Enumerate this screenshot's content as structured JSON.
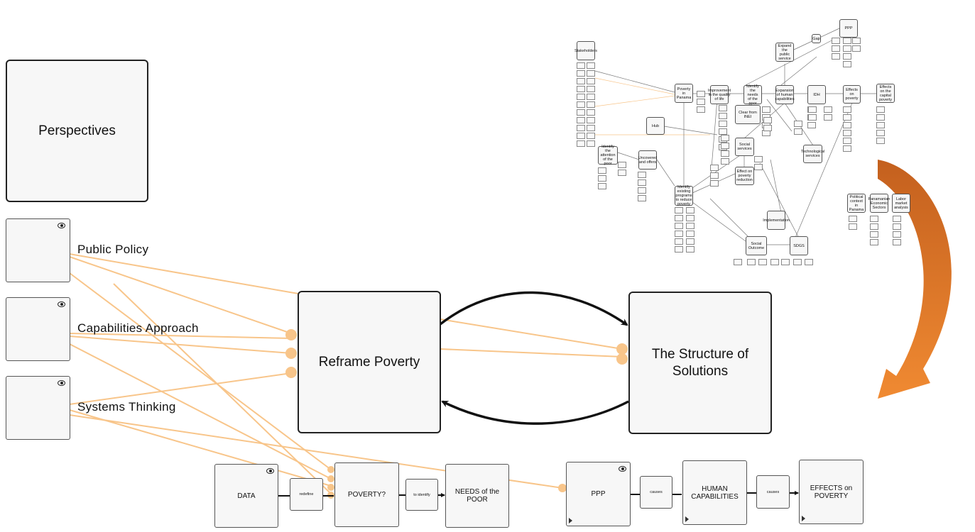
{
  "perspectives": {
    "title": "Perspectives",
    "items": [
      {
        "label": "Public Policy"
      },
      {
        "label": "Capabilities Approach"
      },
      {
        "label": "Systems Thinking"
      }
    ]
  },
  "main": {
    "reframe": "Reframe Poverty",
    "structure": "The Structure of Solutions"
  },
  "chain": {
    "data": "DATA",
    "redefine": "redefine",
    "poverty": "POVERTY?",
    "to_identify": "to identify",
    "needs": "NEEDS of the POOR",
    "ppp": "PPP",
    "causes1": "causes",
    "human": "HUMAN CAPABILITIES",
    "causes2": "causes",
    "effects": "EFFECTS on POVERTY"
  },
  "minimap": {
    "nodes": [
      "Stakeholders",
      "Poverty in Panama",
      "Clear from INEI",
      "Improvement in the quality of life",
      "Identify the needs of the poor",
      "Expansion of human capabilities",
      "IDH",
      "Effects on poverty",
      "Effects on the capital poverty",
      "PPP",
      "Expand the public service",
      "Gap",
      "Hub",
      "Identify the attention of the poor",
      "Uncovered and offers",
      "Social services",
      "Effect on poverty reduction",
      "Technological services",
      "Identify existing programs to reduce poverty",
      "Implementation",
      "Social Outcome",
      "SDGS",
      "Political context in Panama",
      "Panamanian Economic Sectors",
      "Labor market analysis"
    ]
  },
  "colors": {
    "node_fill": "#f7f7f7",
    "node_border": "#222222",
    "link": "#f8c58a",
    "arrow_top": "#c4601e",
    "arrow_bottom": "#f08a32"
  }
}
